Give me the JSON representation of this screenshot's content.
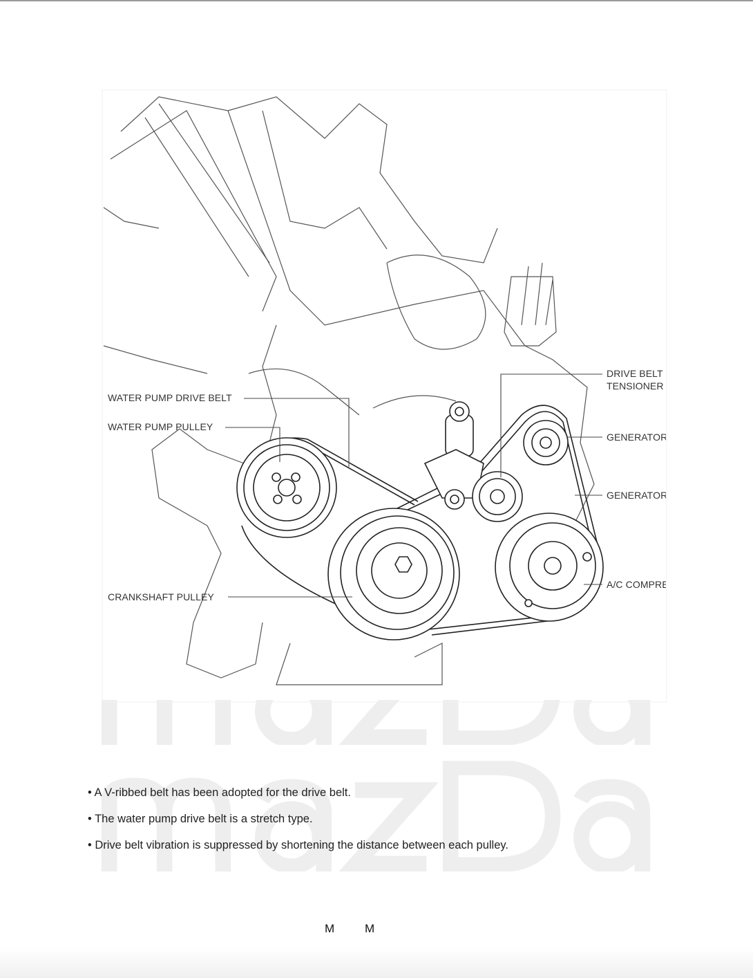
{
  "watermark": "mazDa",
  "labels": {
    "water_pump_drive_belt": "WATER PUMP DRIVE BELT",
    "water_pump_pulley": "WATER PUMP PULLEY",
    "crankshaft_pulley": "CRANKSHAFT PULLEY",
    "drive_belt_tensioner_1": "DRIVE BELT",
    "drive_belt_tensioner_2": "TENSIONER",
    "generator_1": "GENERATOR",
    "generator_2": "GENERATOR",
    "ac_compressor": "A/C COMPRESSOR"
  },
  "bullets": [
    "• A V-ribbed belt has been adopted for the drive belt.",
    "• The water pump drive belt is a stretch type.",
    "• Drive belt vibration is suppressed by shortening the distance between each pulley."
  ],
  "footer": [
    "M",
    "M"
  ]
}
